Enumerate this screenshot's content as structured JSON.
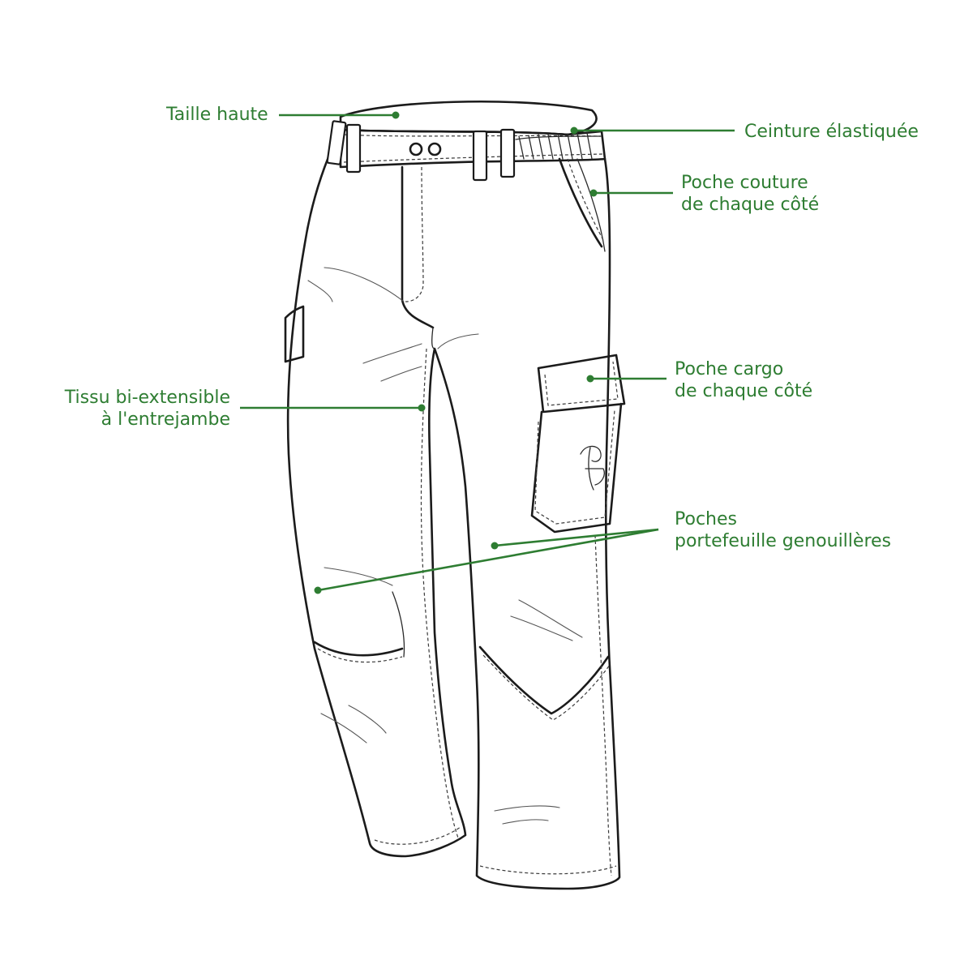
{
  "colors": {
    "accent": "#2e7d32",
    "ink": "#1b1b1b",
    "background": "#ffffff"
  },
  "callouts": {
    "taille_haute": {
      "lines": [
        "Taille haute"
      ]
    },
    "ceinture": {
      "lines": [
        "Ceinture élastiquée"
      ]
    },
    "poche_couture": {
      "lines": [
        "Poche couture",
        "de chaque côté"
      ]
    },
    "tissu": {
      "lines": [
        "Tissu bi-extensible",
        "à l'entrejambe"
      ]
    },
    "poche_cargo": {
      "lines": [
        "Poche cargo",
        "de chaque côté"
      ]
    },
    "poches_genou": {
      "lines": [
        "Poches",
        "portefeuille genouillères"
      ]
    }
  }
}
